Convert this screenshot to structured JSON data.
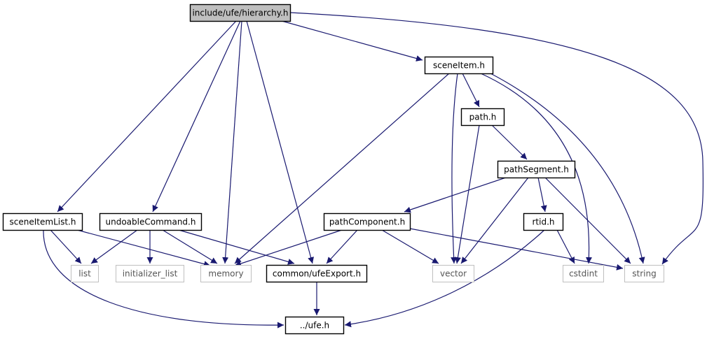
{
  "diagram": {
    "title": "include/ufe/hierarchy.h",
    "colors": {
      "edge": "#191970",
      "root_fill": "#bfbfbf",
      "node_border": "#000000",
      "external_border": "#bfbfbf",
      "node_text": "#000000",
      "external_text": "#555555"
    },
    "nodes": [
      {
        "id": "hierarchy",
        "label": "include/ufe/hierarchy.h",
        "kind": "root"
      },
      {
        "id": "sceneItem",
        "label": "sceneItem.h",
        "kind": "file"
      },
      {
        "id": "path",
        "label": "path.h",
        "kind": "file"
      },
      {
        "id": "pathSegment",
        "label": "pathSegment.h",
        "kind": "file"
      },
      {
        "id": "sceneItemList",
        "label": "sceneItemList.h",
        "kind": "file"
      },
      {
        "id": "undoableCommand",
        "label": "undoableCommand.h",
        "kind": "file"
      },
      {
        "id": "pathComponent",
        "label": "pathComponent.h",
        "kind": "file"
      },
      {
        "id": "rtid",
        "label": "rtid.h",
        "kind": "file"
      },
      {
        "id": "list",
        "label": "list",
        "kind": "external"
      },
      {
        "id": "initializer_list",
        "label": "initializer_list",
        "kind": "external"
      },
      {
        "id": "memory",
        "label": "memory",
        "kind": "external"
      },
      {
        "id": "ufeExport",
        "label": "common/ufeExport.h",
        "kind": "file"
      },
      {
        "id": "vector",
        "label": "vector",
        "kind": "external"
      },
      {
        "id": "cstdint",
        "label": "cstdint",
        "kind": "external"
      },
      {
        "id": "string",
        "label": "string",
        "kind": "external"
      },
      {
        "id": "ufe",
        "label": "../ufe.h",
        "kind": "file"
      }
    ],
    "edges": [
      [
        "hierarchy",
        "sceneItem"
      ],
      [
        "hierarchy",
        "string"
      ],
      [
        "hierarchy",
        "sceneItemList"
      ],
      [
        "hierarchy",
        "undoableCommand"
      ],
      [
        "hierarchy",
        "memory"
      ],
      [
        "hierarchy",
        "ufeExport"
      ],
      [
        "sceneItem",
        "path"
      ],
      [
        "sceneItem",
        "memory"
      ],
      [
        "sceneItem",
        "vector"
      ],
      [
        "sceneItem",
        "cstdint"
      ],
      [
        "sceneItem",
        "string"
      ],
      [
        "path",
        "pathSegment"
      ],
      [
        "path",
        "vector"
      ],
      [
        "pathSegment",
        "pathComponent"
      ],
      [
        "pathSegment",
        "vector"
      ],
      [
        "pathSegment",
        "rtid"
      ],
      [
        "pathSegment",
        "string"
      ],
      [
        "sceneItemList",
        "list"
      ],
      [
        "sceneItemList",
        "memory"
      ],
      [
        "sceneItemList",
        "ufe"
      ],
      [
        "undoableCommand",
        "list"
      ],
      [
        "undoableCommand",
        "initializer_list"
      ],
      [
        "undoableCommand",
        "memory"
      ],
      [
        "undoableCommand",
        "ufeExport"
      ],
      [
        "pathComponent",
        "memory"
      ],
      [
        "pathComponent",
        "ufeExport"
      ],
      [
        "pathComponent",
        "vector"
      ],
      [
        "pathComponent",
        "string"
      ],
      [
        "rtid",
        "cstdint"
      ],
      [
        "rtid",
        "ufe"
      ],
      [
        "ufeExport",
        "ufe"
      ]
    ]
  }
}
